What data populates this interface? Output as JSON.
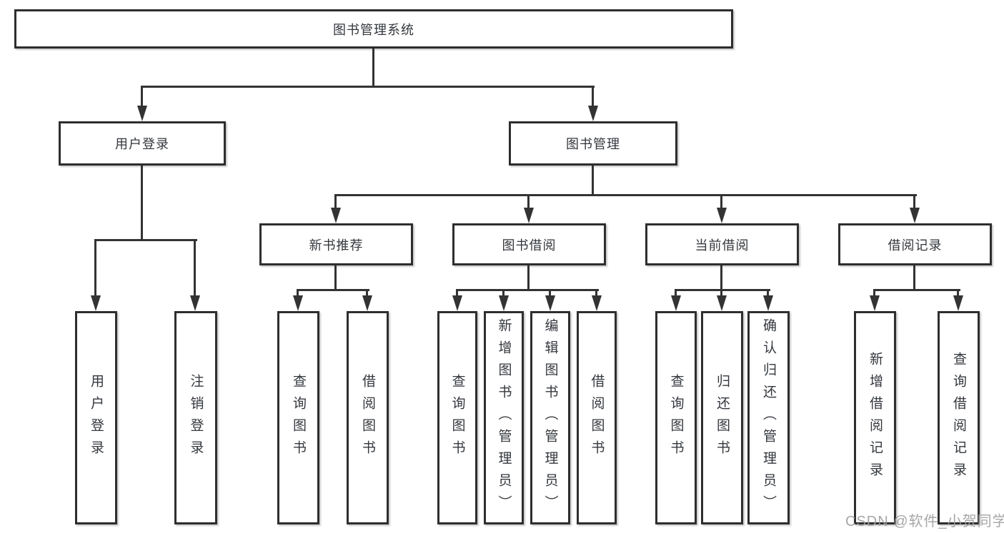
{
  "tree": {
    "label": "图书管理系统",
    "children": [
      {
        "label": "用户登录",
        "children": [
          {
            "label": "用户登录"
          },
          {
            "label": "注销登录"
          }
        ]
      },
      {
        "label": "图书管理",
        "children": [
          {
            "label": "新书推荐",
            "children": [
              {
                "label": "查询图书"
              },
              {
                "label": "借阅图书"
              }
            ]
          },
          {
            "label": "图书借阅",
            "children": [
              {
                "label": "查询图书"
              },
              {
                "label": "新增图书（管理员）"
              },
              {
                "label": "编辑图书（管理员）"
              },
              {
                "label": "借阅图书"
              }
            ]
          },
          {
            "label": "当前借阅",
            "children": [
              {
                "label": "查询图书"
              },
              {
                "label": "归还图书"
              },
              {
                "label": "确认归还（管理员）"
              }
            ]
          },
          {
            "label": "借阅记录",
            "children": [
              {
                "label": "新增借阅记录"
              },
              {
                "label": "查询借阅记录"
              }
            ]
          }
        ]
      }
    ]
  },
  "watermark": {
    "text": "CSDN @软件_小贺同学"
  },
  "colors": {
    "line": "#333333",
    "box_border": "#2e2e2e",
    "text": "#33373c",
    "watermark": "#9e9e9e",
    "background": "#ffffff"
  }
}
